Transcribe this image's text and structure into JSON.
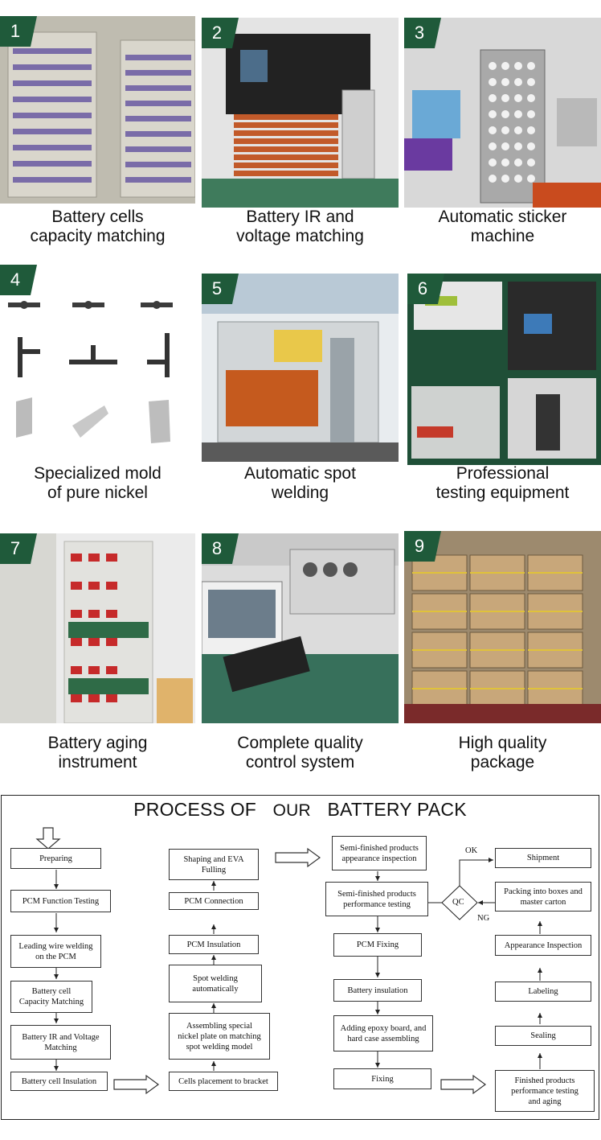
{
  "steps": [
    {
      "number": "1",
      "caption": [
        "Battery cells",
        "capacity matching"
      ]
    },
    {
      "number": "2",
      "caption": [
        "Battery IR and",
        "voltage matching"
      ]
    },
    {
      "number": "3",
      "caption": [
        "Automatic sticker",
        "machine"
      ]
    },
    {
      "number": "4",
      "caption": [
        "Specialized mold",
        "of pure nickel"
      ]
    },
    {
      "number": "5",
      "caption": [
        "Automatic spot",
        "welding"
      ]
    },
    {
      "number": "6",
      "caption": [
        "Professional",
        "testing equipment"
      ]
    },
    {
      "number": "7",
      "caption": [
        "Battery aging",
        "instrument"
      ]
    },
    {
      "number": "8",
      "caption": [
        "Complete quality",
        "control system"
      ]
    },
    {
      "number": "9",
      "caption": [
        "High quality",
        "package"
      ]
    }
  ],
  "process": {
    "title_a": "PROCESS OF",
    "title_b": "OUR",
    "title_c": "BATTERY PACK",
    "col1": [
      [
        "Preparing"
      ],
      [
        "PCM Function Testing"
      ],
      [
        "Leading wire welding",
        "on the PCM"
      ],
      [
        "Battery cell",
        "Capacity Matching"
      ],
      [
        "Battery IR and Voltage",
        "Matching"
      ],
      [
        "Battery cell Insulation"
      ]
    ],
    "col2": [
      [
        "Shaping and EVA",
        "Fulling"
      ],
      [
        "PCM Connection"
      ],
      [
        "PCM Insulation"
      ],
      [
        "Spot welding",
        "automatically"
      ],
      [
        "Assembling special",
        "nickel plate on matching",
        "spot welding model"
      ],
      [
        "Cells placement to bracket"
      ]
    ],
    "col3": [
      [
        "Semi-finished products",
        "appearance inspection"
      ],
      [
        "Semi-finished products",
        "performance testing"
      ],
      [
        "PCM Fixing"
      ],
      [
        "Battery insulation"
      ],
      [
        "Adding epoxy board, and",
        "hard case assembling"
      ],
      [
        "Fixing"
      ]
    ],
    "col4": [
      [
        "Shipment"
      ],
      [
        "Packing into boxes and",
        "master carton"
      ],
      [
        "Appearance Inspection"
      ],
      [
        "Labeling"
      ],
      [
        "Sealing"
      ],
      [
        "Finished products",
        "performance testing",
        "and aging"
      ]
    ],
    "qc": "QC",
    "ok": "OK",
    "ng": "NG"
  },
  "colors": {
    "badge": "#1f5a3a",
    "text": "#111111"
  }
}
